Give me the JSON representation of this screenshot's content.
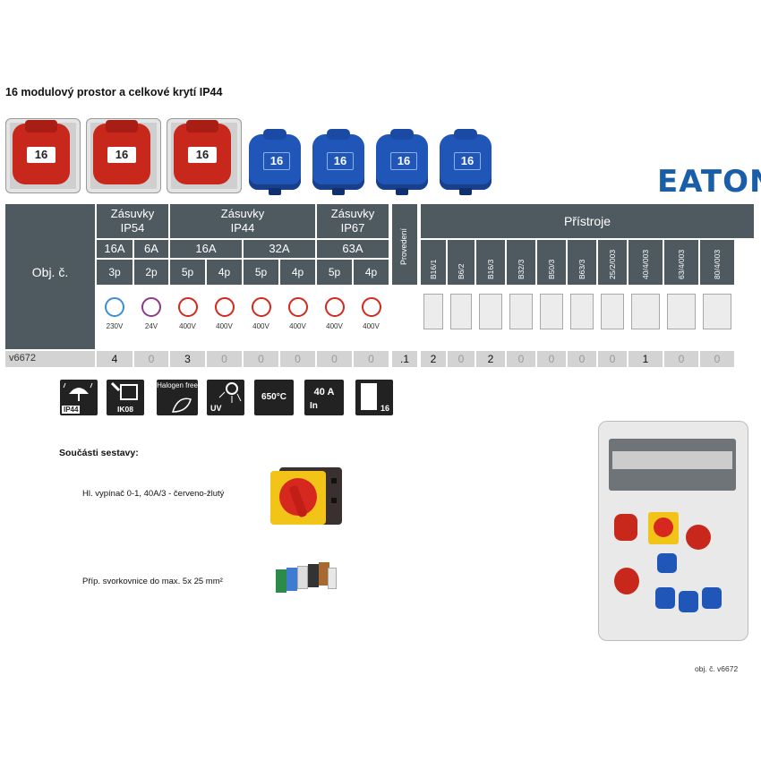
{
  "title": "16 modulový prostor a celkové krytí IP44",
  "sockets": {
    "red": [
      {
        "label": "16"
      },
      {
        "label": "16"
      },
      {
        "label": "16"
      }
    ],
    "blue": [
      {
        "label": "16"
      },
      {
        "label": "16"
      },
      {
        "label": "16"
      },
      {
        "label": "16"
      }
    ]
  },
  "brand": "EATON",
  "table": {
    "obj_label": "Obj. č.",
    "groups": [
      {
        "name": "Zásuvky",
        "sub": "IP54"
      },
      {
        "name": "Zásuvky",
        "sub": "IP44"
      },
      {
        "name": "Zásuvky",
        "sub": "IP67"
      }
    ],
    "provedeni": "Provedení",
    "pristroje": "Přístroje",
    "amps": [
      "16A",
      "6A",
      "16A",
      "32A",
      "63A"
    ],
    "poles": [
      "3p",
      "2p",
      "5p",
      "4p",
      "5p",
      "4p",
      "5p",
      "4p"
    ],
    "voltages": [
      "230V",
      "24V",
      "400V",
      "400V",
      "400V",
      "400V",
      "400V",
      "400V"
    ],
    "devices": [
      "B16/1",
      "B6/2",
      "B16/3",
      "B32/3",
      "B50/3",
      "B63/3",
      "25/2/003",
      "40/4/003",
      "63/4/003",
      "80/4/003"
    ],
    "row": {
      "code": "v6672",
      "socket_values": [
        "4",
        "0",
        "3",
        "0",
        "0",
        "0",
        "0",
        "0"
      ],
      "provedeni_value": ".1",
      "device_values": [
        "2",
        "0",
        "2",
        "0",
        "0",
        "0",
        "0",
        "1",
        "0",
        "0"
      ]
    }
  },
  "icons": {
    "ip": "IP44",
    "ik": "IK08",
    "halogen": "Halogen free",
    "uv": "UV",
    "temp": "650°C",
    "amp": "40 A",
    "amp_sub": "In",
    "modules": "16"
  },
  "components": {
    "heading": "Součásti sestavy:",
    "switch": "Hl. vypínač 0-1, 40A/3 - červeno-žlutý",
    "terminal": "Příp. svorkovnice do max. 5x 25 mm²"
  },
  "caption": "obj. č. v6672",
  "colors": {
    "header": "#4f5a60",
    "red": "#c8281c",
    "blue": "#1f56b8",
    "eaton": "#1b5ea8"
  }
}
